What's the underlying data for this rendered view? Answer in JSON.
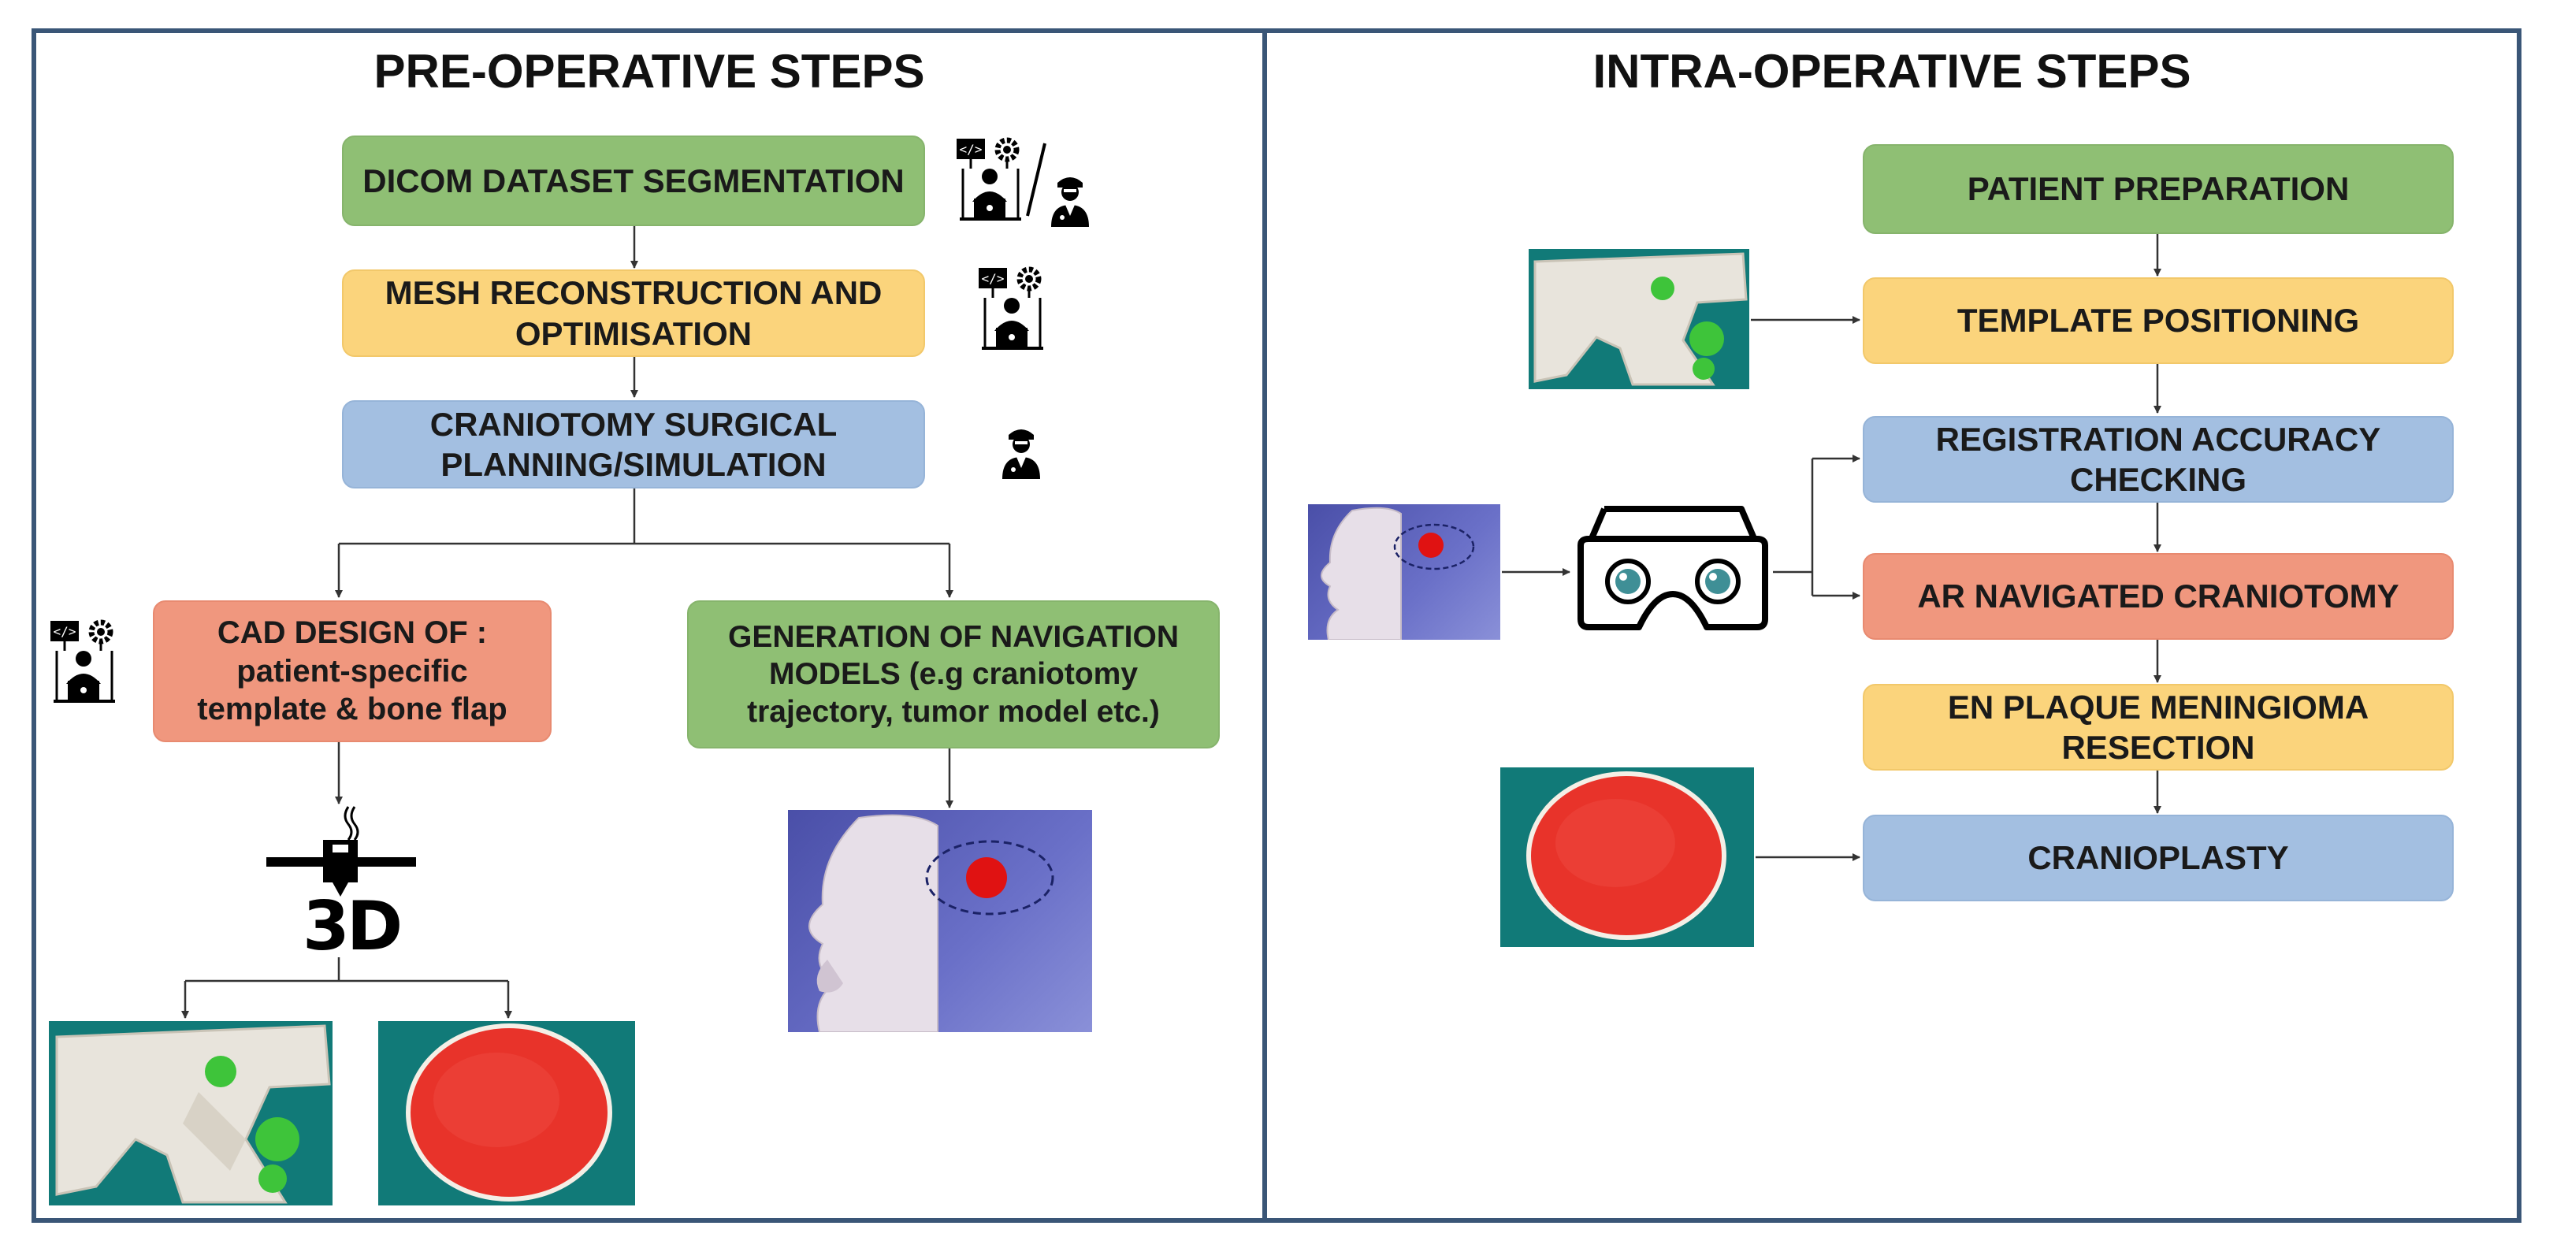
{
  "pre_operative": {
    "title": "PRE-OPERATIVE STEPS",
    "steps": [
      {
        "label": "DICOM DATASET SEGMENTATION"
      },
      {
        "label": "MESH RECONSTRUCTION AND\nOPTIMISATION"
      },
      {
        "label": "CRANIOTOMY SURGICAL\nPLANNING/SIMULATION"
      },
      {
        "label": "CAD DESIGN OF :\npatient-specific\ntemplate & bone flap"
      },
      {
        "label": "GENERATION OF NAVIGATION\nMODELS  (e.g craniotomy\ntrajectory, tumor model etc.)"
      }
    ],
    "printer_label": "3D"
  },
  "intra_operative": {
    "title": "INTRA-OPERATIVE STEPS",
    "steps": [
      {
        "label": "PATIENT PREPARATION"
      },
      {
        "label": "TEMPLATE POSITIONING"
      },
      {
        "label": "REGISTRATION ACCURACY\nCHECKING"
      },
      {
        "label": "AR NAVIGATED CRANIOTOMY"
      },
      {
        "label": "EN PLAQUE MENINGIOMA\nRESECTION"
      },
      {
        "label": "CRANIOPLASTY"
      }
    ]
  },
  "colors": {
    "green": "#8fbf74",
    "yellow": "#fbd47c",
    "blue": "#a3bfe1",
    "salmon": "#f0977e",
    "border": "#3a5677"
  },
  "icons": [
    "engineer-computer-icon",
    "surgeon-icon",
    "3d-printer-icon",
    "ar-headset-icon"
  ]
}
